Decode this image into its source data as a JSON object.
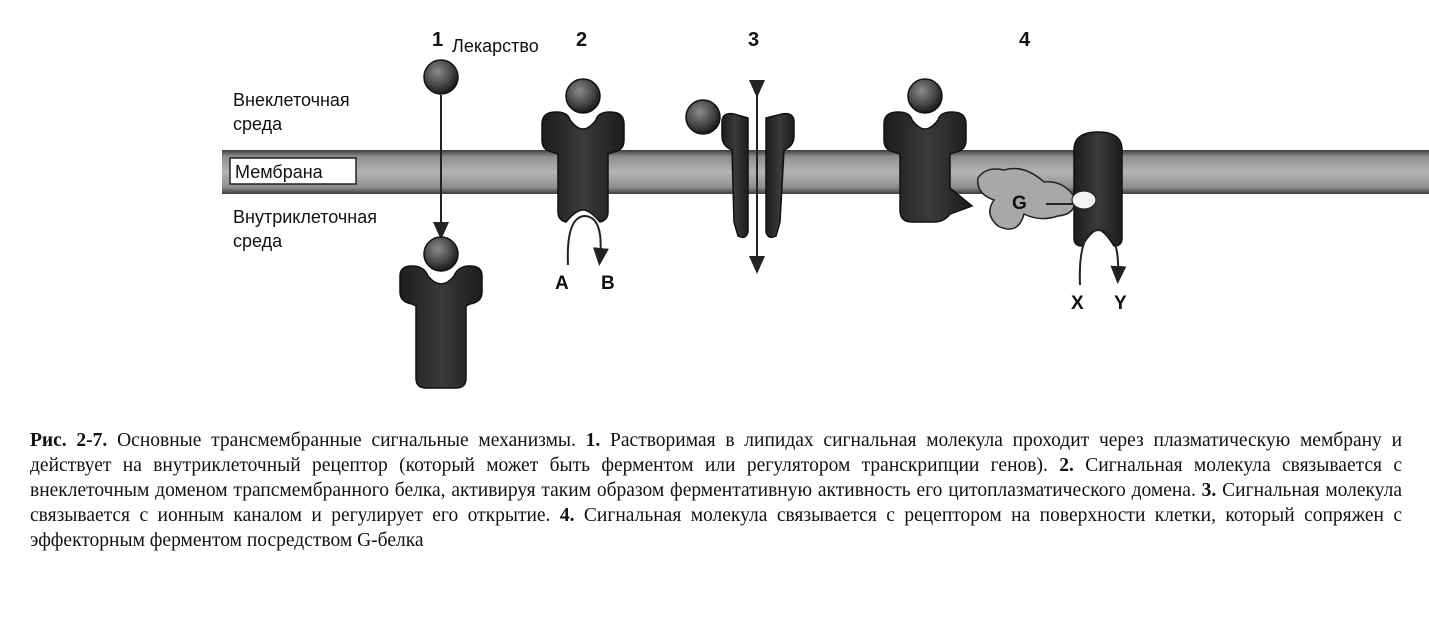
{
  "diagram": {
    "label_1": "1",
    "label_drug": "Лекарство",
    "label_2": "2",
    "label_3": "3",
    "label_4": "4",
    "extracellular_line1": "Внеклеточная",
    "extracellular_line2": "среда",
    "membrane": "Мембрана",
    "intracellular_line1": "Внутриклеточная",
    "intracellular_line2": "среда",
    "label_a": "A",
    "label_b": "B",
    "label_g": "G",
    "label_x": "X",
    "label_y": "Y"
  },
  "caption": {
    "prefix": "Рис. 2-7.",
    "title": "Основные трансмембранные сигнальные механизмы.",
    "n1": "1.",
    "t1": "Растворимая в липидах сигнальная молекула проходит через плазматическую мембрану и действует на внутриклеточный рецептор (который может быть ферментом или регулятором транскрипции генов).",
    "n2": "2.",
    "t2": "Сигнальная молекула связывается с внеклеточным доменом трапсмембранного белка, активируя таким образом ферментативную активность его цитоплазматического домена.",
    "n3": "3.",
    "t3": "Сигнальная молекула связывается с ионным каналом и регулирует его открытие.",
    "n4": "4.",
    "t4": "Сигнальная молекула связывается с рецептором на поверхности клетки, который сопряжен с эффекторным ферментом посредством G-белка"
  }
}
